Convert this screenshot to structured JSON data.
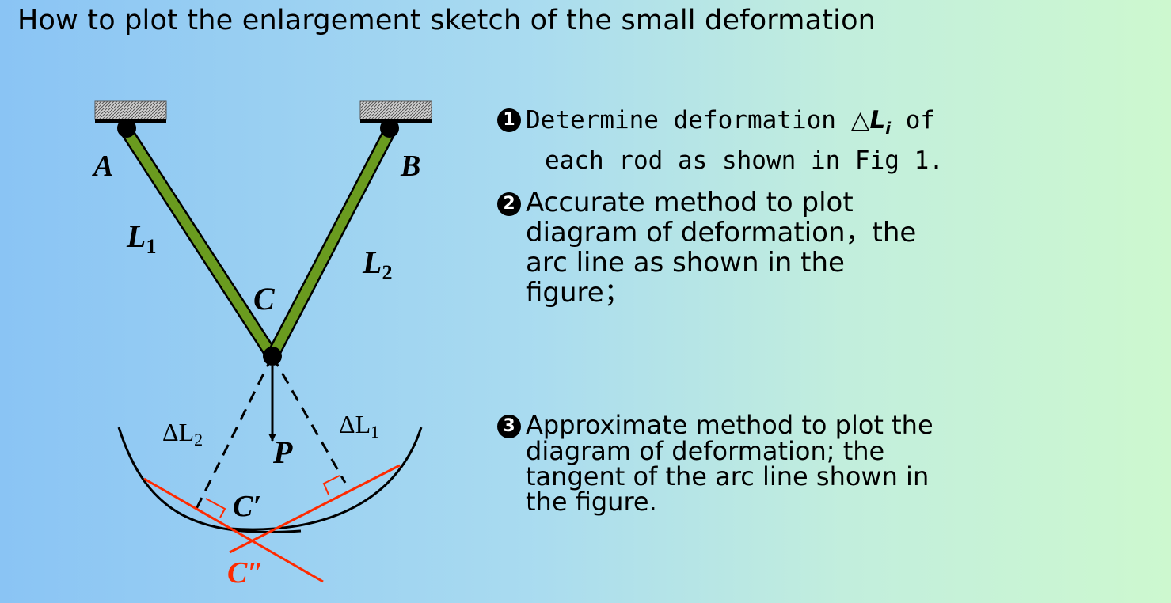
{
  "title": "How to plot the enlargement sketch of the small deformation",
  "diagram": {
    "point_a": "A",
    "point_b": "B",
    "point_c": "C",
    "rod_1": "L",
    "rod_1_sub": "1",
    "rod_2": "L",
    "rod_2_sub": "2",
    "delta_1": "ΔL",
    "delta_1_sub": "1",
    "delta_2": "ΔL",
    "delta_2_sub": "2",
    "load": "P",
    "c_prime": "C′",
    "c_double_prime": "C″"
  },
  "steps": {
    "step1_num": "1",
    "step1_pre": "Determine deformation ",
    "step1_sym": "△",
    "step1_var": "L",
    "step1_sub": "i",
    "step1_post": " of",
    "step1_line2": "each rod as shown in Fig 1.",
    "step2_num": "2",
    "step2_line1": "Accurate method to plot",
    "step2_line2": "diagram of deformation，the",
    "step2_line3": "arc line as shown in the",
    "step2_line4": "figure；",
    "step3_num": "3",
    "step3_line1": "Approximate method to plot the",
    "step3_line2": "diagram of deformation; the",
    "step3_line3": "tangent of the arc line shown in",
    "step3_line4": "the figure."
  },
  "colors": {
    "rod_fill": "#6a9b1f",
    "tangent": "#ff2a00",
    "label_red": "#ff2a00",
    "background_left": "#8ac4f4",
    "background_right": "#cdf8cf"
  }
}
